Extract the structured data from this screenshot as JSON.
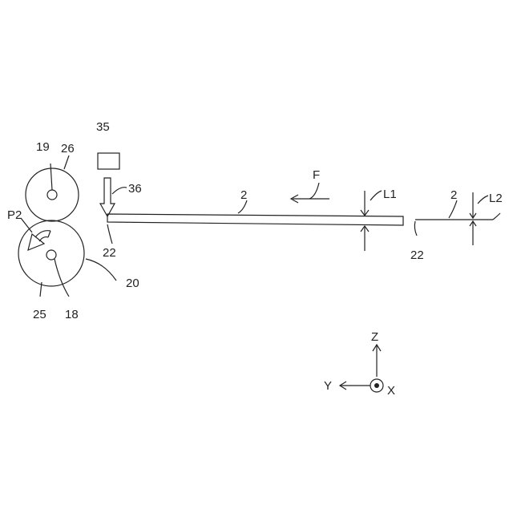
{
  "labels": {
    "roller_upper_axis": "19",
    "roller_upper": "26",
    "nip_point": "P2",
    "roller_lower": "25",
    "roller_lower_axis": "18",
    "roller_unit": "20",
    "head_box": "35",
    "head_arrow": "36",
    "sheet_left_end": "22",
    "sheet": "2",
    "force": "F",
    "thickness_1": "L1",
    "sheet_thin": "2",
    "sheet_thin_end": "22",
    "thickness_2": "L2",
    "axis_z": "Z",
    "axis_y": "Y",
    "axis_x": "X"
  },
  "colors": {
    "ink": "#222222",
    "background": "#ffffff"
  }
}
